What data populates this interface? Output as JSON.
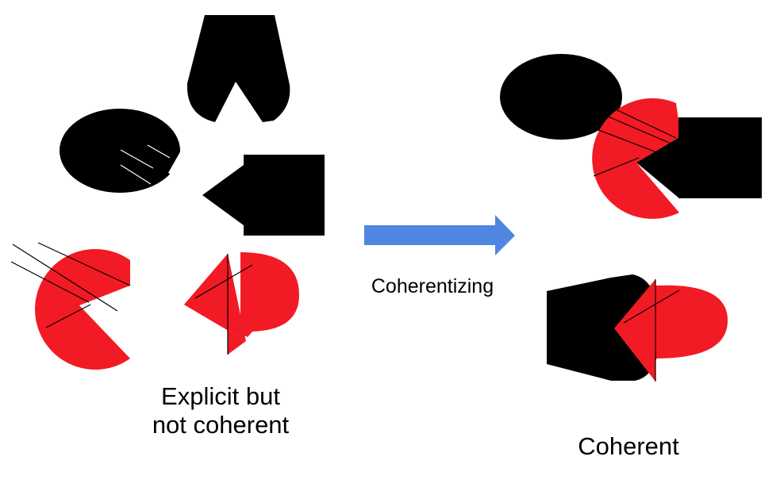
{
  "colors": {
    "black": "#000000",
    "red": "#F21A24",
    "arrow": "#4F86DF",
    "background": "#FFFFFF"
  },
  "labels": {
    "left_caption_line1": "Explicit but",
    "left_caption_line2": "not coherent",
    "arrow_caption": "Coherentizing",
    "right_caption": "Coherent"
  }
}
